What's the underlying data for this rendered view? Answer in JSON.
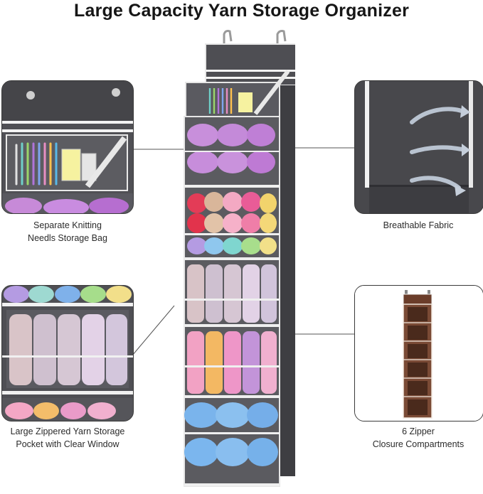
{
  "header": {
    "title": "Large Capacity Yarn Storage Organizer"
  },
  "callouts": {
    "top_left": {
      "line1": "Separate Knitting",
      "line2": "Needls Storage Bag"
    },
    "top_right": {
      "line1": "Breathable Fabric"
    },
    "bottom_left": {
      "line1": "Large Zippered Yarn Storage",
      "line2": "Pocket with Clear Window"
    },
    "bottom_right": {
      "line1": "6 Zipper",
      "line2": "Closure Compartments"
    }
  },
  "colors": {
    "fabric": "#5e5e62",
    "fabric_dark": "#3f3f43",
    "trim": "#f2f2f2",
    "brown_variant": "#7a4a35"
  }
}
